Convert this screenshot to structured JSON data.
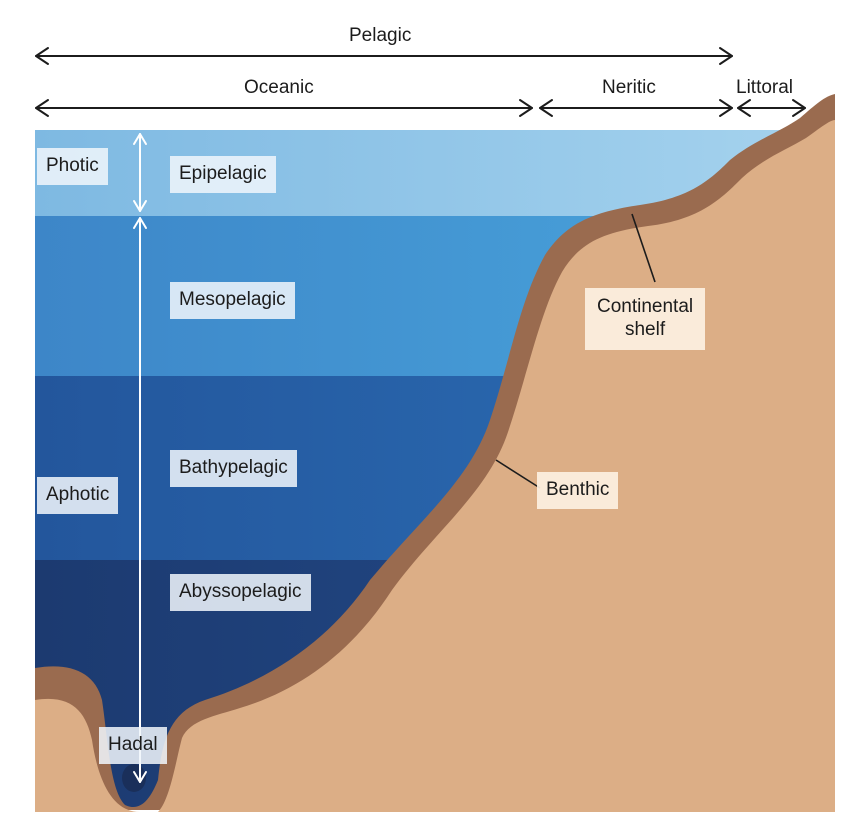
{
  "colors": {
    "photic_top": "#8ec3e6",
    "photic_bottom": "#6cb0e0",
    "mesopelagic": "#3f8fcf",
    "bathypelagic": "#265ea6",
    "abyssopelagic": "#1d3c74",
    "hadal": "#1a2f5a",
    "land": "#dcae86",
    "seafloor_band": "#9a6b4f",
    "label_box_light": "#eef4fa",
    "label_box_cream": "#fbeee0",
    "arrow_dark": "#1c1c1c",
    "arrow_white": "#ffffff"
  },
  "horizontal_zones": {
    "pelagic": "Pelagic",
    "oceanic": "Oceanic",
    "neritic": "Neritic",
    "littoral": "Littoral"
  },
  "light_zones": {
    "photic": "Photic",
    "aphotic": "Aphotic"
  },
  "depth_zones": {
    "epipelagic": "Epipelagic",
    "mesopelagic": "Mesopelagic",
    "bathypelagic": "Bathypelagic",
    "abyssopelagic": "Abyssopelagic",
    "hadal": "Hadal"
  },
  "seafloor_labels": {
    "continental_shelf_line1": "Continental",
    "continental_shelf_line2": "shelf",
    "benthic": "Benthic"
  }
}
